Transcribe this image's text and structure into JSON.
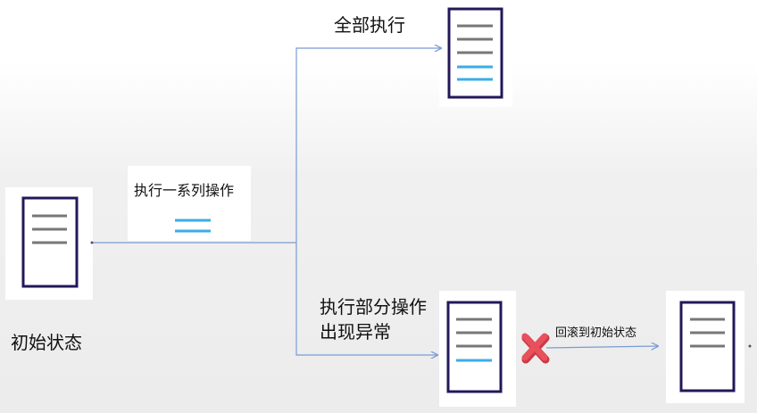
{
  "labels": {
    "all_executed": "全部执行",
    "execute_series": "执行一系列操作",
    "initial_state": "初始状态",
    "partial_line1": "执行部分操作",
    "partial_line2": "出现异常",
    "rollback": "回滚到初始状态"
  },
  "icons": {
    "document": "document-icon",
    "failure": "red-x-icon",
    "operations": "double-line-icon"
  },
  "colors": {
    "frame": "#22185a",
    "gray_line": "#777777",
    "blue_line": "#3aaee6",
    "connector": "#7a9bd4",
    "cross": "#e8505b"
  }
}
